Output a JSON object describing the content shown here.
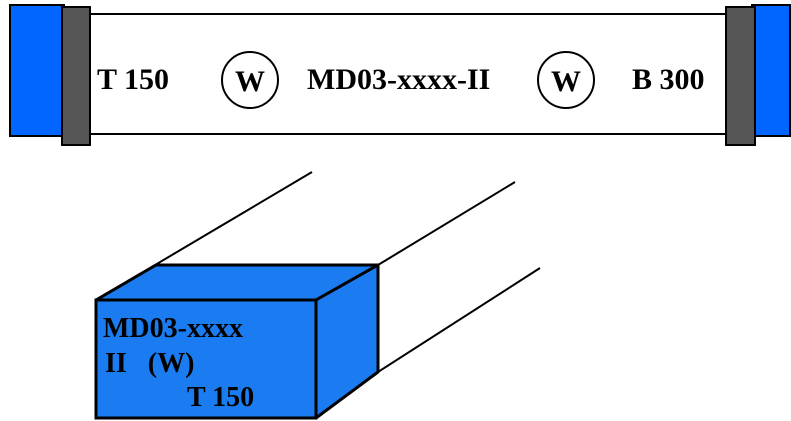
{
  "strip": {
    "left_text": "T 150",
    "circle_left": "W",
    "center_text": "MD03-xxxx-II",
    "circle_right": "W",
    "right_text": "B 300"
  },
  "box": {
    "line1": "MD03-xxxx",
    "line2": "II   (W)",
    "line3": "T 150"
  },
  "colors": {
    "cap_blue": "#0066ff",
    "cap_gray": "#555555",
    "box_blue": "#1a7cf0",
    "outline": "#000000",
    "background": "#ffffff"
  }
}
